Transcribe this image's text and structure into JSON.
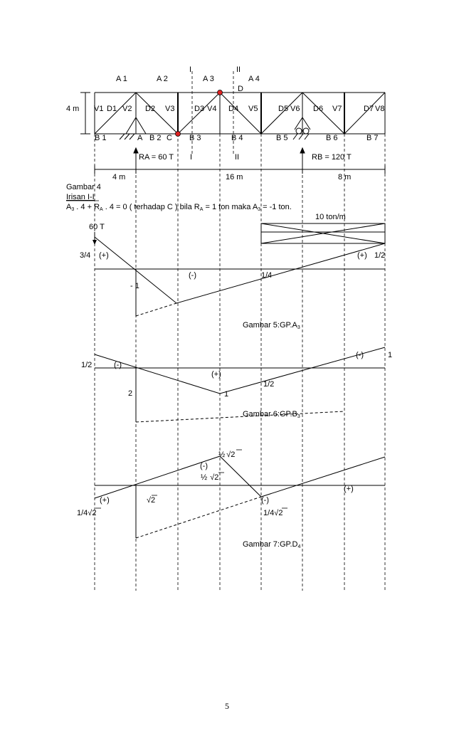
{
  "truss": {
    "top_chords": [
      "A 1",
      "A 2",
      "A 3",
      "A 4"
    ],
    "bottom_chords": [
      "B 1",
      "B 2",
      "B 3",
      "B 4",
      "B 5",
      "B 6",
      "B 7"
    ],
    "verticals": [
      "V1",
      "V2",
      "V3",
      "V4",
      "V5",
      "V6",
      "V7",
      "V8"
    ],
    "diagonals": [
      "D1",
      "D2",
      "D3",
      "D4",
      "D5",
      "D6",
      "D7"
    ],
    "node_labels": {
      "a": "A",
      "c": "C",
      "d": "D"
    },
    "height_label": "4 m",
    "section_labels": [
      "I",
      "II"
    ],
    "reaction_a": "RA = 60 T",
    "reaction_b": "RB = 120 T"
  },
  "dimensions": [
    "4 m",
    "16 m",
    "8 m"
  ],
  "text": {
    "figure4": "Gambar 4",
    "irisan": "Irisan I-I",
    "equation_part1": "A",
    "equation_sub1": "3",
    "equation_part2": " . 4 + R",
    "equation_sub2": "A",
    "equation_part3": " . 4 = 0 ( terhadap C ) bila R",
    "equation_sub3": "A",
    "equation_part4": " = 1 ton maka A",
    "equation_sub4": "3",
    "equation_part5": " = -1 ton."
  },
  "loads": {
    "point_load": "60 T",
    "distributed_load": "10 ton/m"
  },
  "gp_a3": {
    "caption_main": "Gambar 5:GP.A",
    "caption_sub": "3",
    "labels": {
      "left_value": "3/4",
      "plus_left": "(+)",
      "minus": "(-)",
      "minus_one": "- 1",
      "quarter": "1/4",
      "plus_right": "(+)",
      "half": "1/2"
    }
  },
  "gp_b3": {
    "caption_main": "Gambar 6:GP.B",
    "caption_sub": "3",
    "labels": {
      "half_left": "1/2",
      "minus_left": "(-)",
      "two": "2",
      "plus": "(+)",
      "one_mid": "1",
      "half_mid": "1/2",
      "minus_right": "(-)",
      "one_right": "1"
    }
  },
  "gp_d4": {
    "caption_main": "Gambar 7:GP.D",
    "caption_sub": "4",
    "labels": {
      "half": "½",
      "sqrt": "√",
      "two": "2",
      "quarter": "1/4",
      "plus_left": "(+)",
      "minus_top": "(-)",
      "minus_right": "(-)",
      "plus_right": "(+)"
    }
  },
  "page_number": "5"
}
